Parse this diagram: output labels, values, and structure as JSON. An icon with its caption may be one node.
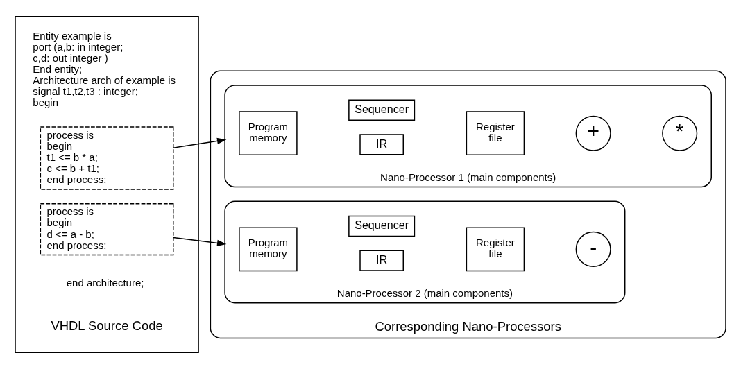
{
  "diagram": {
    "nodes": [
      {
        "text": [
          "Entity example is",
          "port (a,b: in integer;",
          "c,d: out integer )",
          "End entity;",
          "Architecture arch of example is",
          "signal t1,t2,t3 : integer;",
          "begin",
          "end architecture;",
          "VHDL Source Code"
        ]
      },
      {
        "text": [
          "process is",
          "begin",
          "t1 <= b * a;",
          "c <= b + t1;",
          "end process;"
        ],
        "in": 0
      },
      {
        "text": [
          "process is",
          "begin",
          "d <= a - b;",
          "end process;"
        ],
        "in": 0
      },
      {
        "text": [
          "Corresponding Nano-Processors"
        ]
      },
      {
        "text": [
          "Nano-Processor 1 (main components)"
        ],
        "in": 3
      },
      {
        "text": [
          "Program memory"
        ],
        "in": 4
      },
      {
        "text": [
          "IR"
        ],
        "in": 4
      },
      {
        "text": [
          "Register file"
        ],
        "in": 4
      },
      {
        "text": [
          "Sequencer"
        ],
        "in": 4
      },
      {
        "text": [
          "+"
        ],
        "in": 4
      },
      {
        "text": [
          "*"
        ],
        "in": 4
      },
      {
        "text": [
          "Nano-Processor 2 (main components)"
        ],
        "in": 3
      },
      {
        "text": [
          "Program memory"
        ],
        "in": 11
      },
      {
        "text": [
          "IR"
        ],
        "in": 11
      },
      {
        "text": [
          "Register file"
        ],
        "in": 11
      },
      {
        "text": [
          "Sequencer"
        ],
        "in": 11
      },
      {
        "text": [
          "-"
        ],
        "in": 11
      }
    ],
    "edges": [
      {
        "from": 1,
        "to": 4,
        "arrow": "to"
      },
      {
        "from": 2,
        "to": 11,
        "arrow": "to"
      }
    ]
  }
}
